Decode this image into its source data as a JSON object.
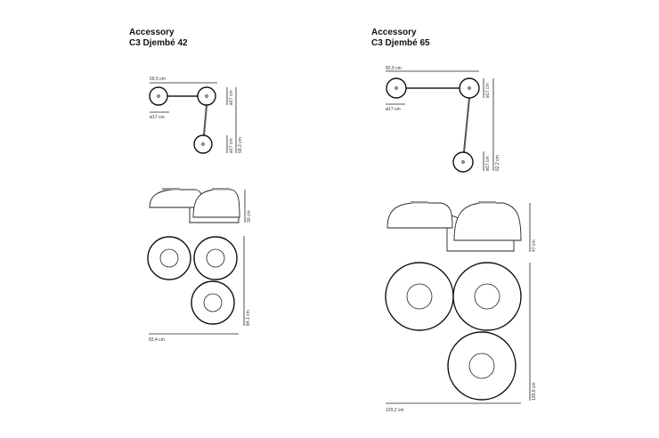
{
  "left": {
    "title1": "Accessory",
    "title2": "C3 Djembé 42",
    "dims": {
      "width_top": "59,5 cm",
      "diam": "ø17 cm",
      "diam_v1": "ø17 cm",
      "diam_v2": "ø17 cm",
      "depth_top": "59,3 cm",
      "height": "30 cm",
      "plan_width": "83,4 cm",
      "plan_depth": "84,1 cm"
    }
  },
  "right": {
    "title1": "Accessory",
    "title2": "C3 Djembé 65",
    "dims": {
      "width_top": "82,5 cm",
      "diam": "ø17 cm",
      "diam_v1": "ø17 cm",
      "diam_v2": "ø17 cm",
      "depth_top": "82,2 cm",
      "height": "47 cm",
      "plan_width": "129,2 cm",
      "plan_depth": "129,9 cm"
    }
  }
}
